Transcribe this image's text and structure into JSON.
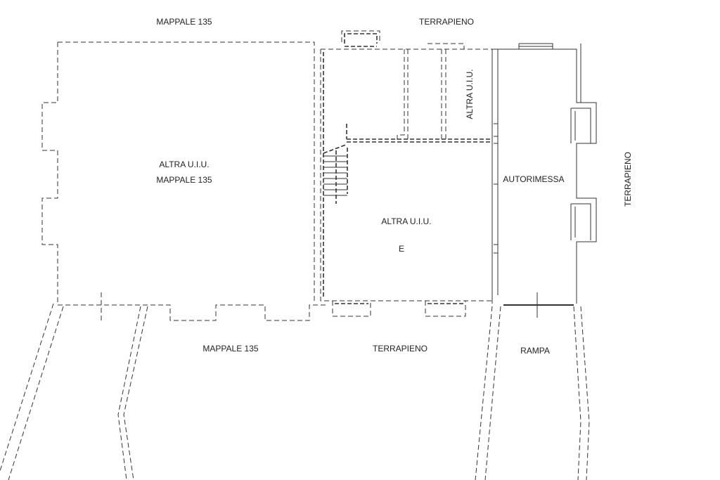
{
  "labels": {
    "mappale_top": "MAPPALE 135",
    "terrapieno_top": "TERRAPIENO",
    "altra_uiu_left": "ALTRA U.I.U.",
    "mappale_left": "MAPPALE 135",
    "altra_uiu_vertical": "ALTRA U.I.U.",
    "autorimessa": "AUTORIMESSA",
    "terrapieno_right": "TERRAPIENO",
    "altra_uiu_center": "ALTRA U.I.U.",
    "mappale_bottom": "MAPPALE 135",
    "terrapieno_bottom": "TERRAPIENO",
    "rampa": "RAMPA",
    "marker": "E"
  }
}
